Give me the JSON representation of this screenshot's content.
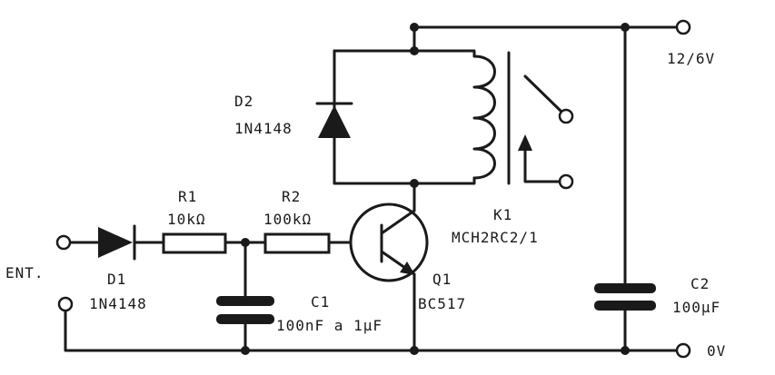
{
  "terminals": {
    "in_label": "ENT.",
    "supply": "12/6V",
    "ground": "0V"
  },
  "components": {
    "d1": {
      "ref": "D1",
      "part": "1N4148"
    },
    "d2": {
      "ref": "D2",
      "part": "1N4148"
    },
    "r1": {
      "ref": "R1",
      "value": "10kΩ"
    },
    "r2": {
      "ref": "R2",
      "value": "100kΩ"
    },
    "c1": {
      "ref": "C1",
      "value": "100nF a 1µF"
    },
    "c2": {
      "ref": "C2",
      "value": "100µF"
    },
    "q1": {
      "ref": "Q1",
      "part": "BC517"
    },
    "k1": {
      "ref": "K1",
      "part": "MCH2RC2/1"
    }
  },
  "style": {
    "ink": "#1a1a1a",
    "paper": "#ffffff"
  }
}
